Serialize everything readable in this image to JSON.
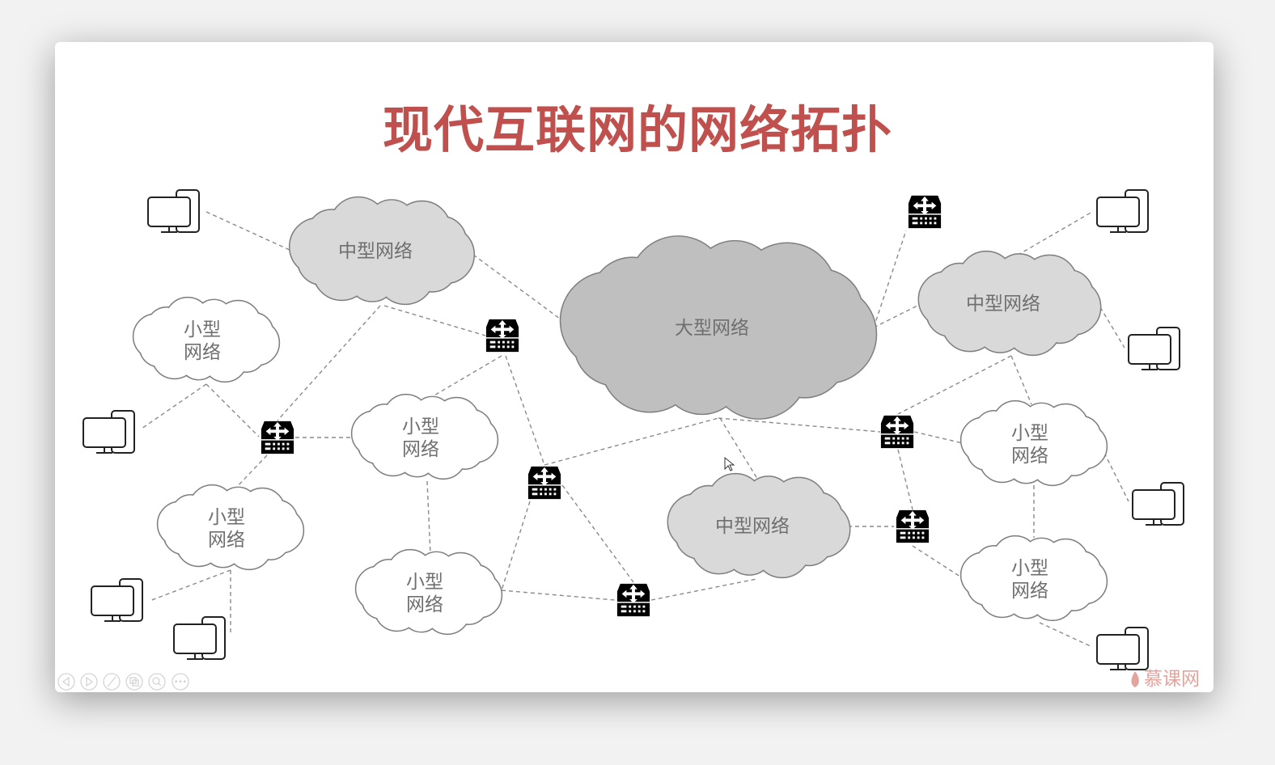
{
  "title": "现代互联网的网络拓扑",
  "clouds": {
    "large": "大型网络",
    "medium_top_left": "中型网络",
    "medium_right": "中型网络",
    "medium_bottom": "中型网络",
    "small_label_1": "小型",
    "small_label_2": "网络"
  },
  "watermark": "慕课网",
  "controls": [
    "previous-icon",
    "next-icon",
    "pen-icon",
    "slides-icon",
    "zoom-icon",
    "more-icon"
  ],
  "colors": {
    "title": "#c0504d",
    "large_cloud": "#bfbfbf",
    "medium_cloud": "#d9d9d9",
    "small_cloud": "#ffffff"
  }
}
